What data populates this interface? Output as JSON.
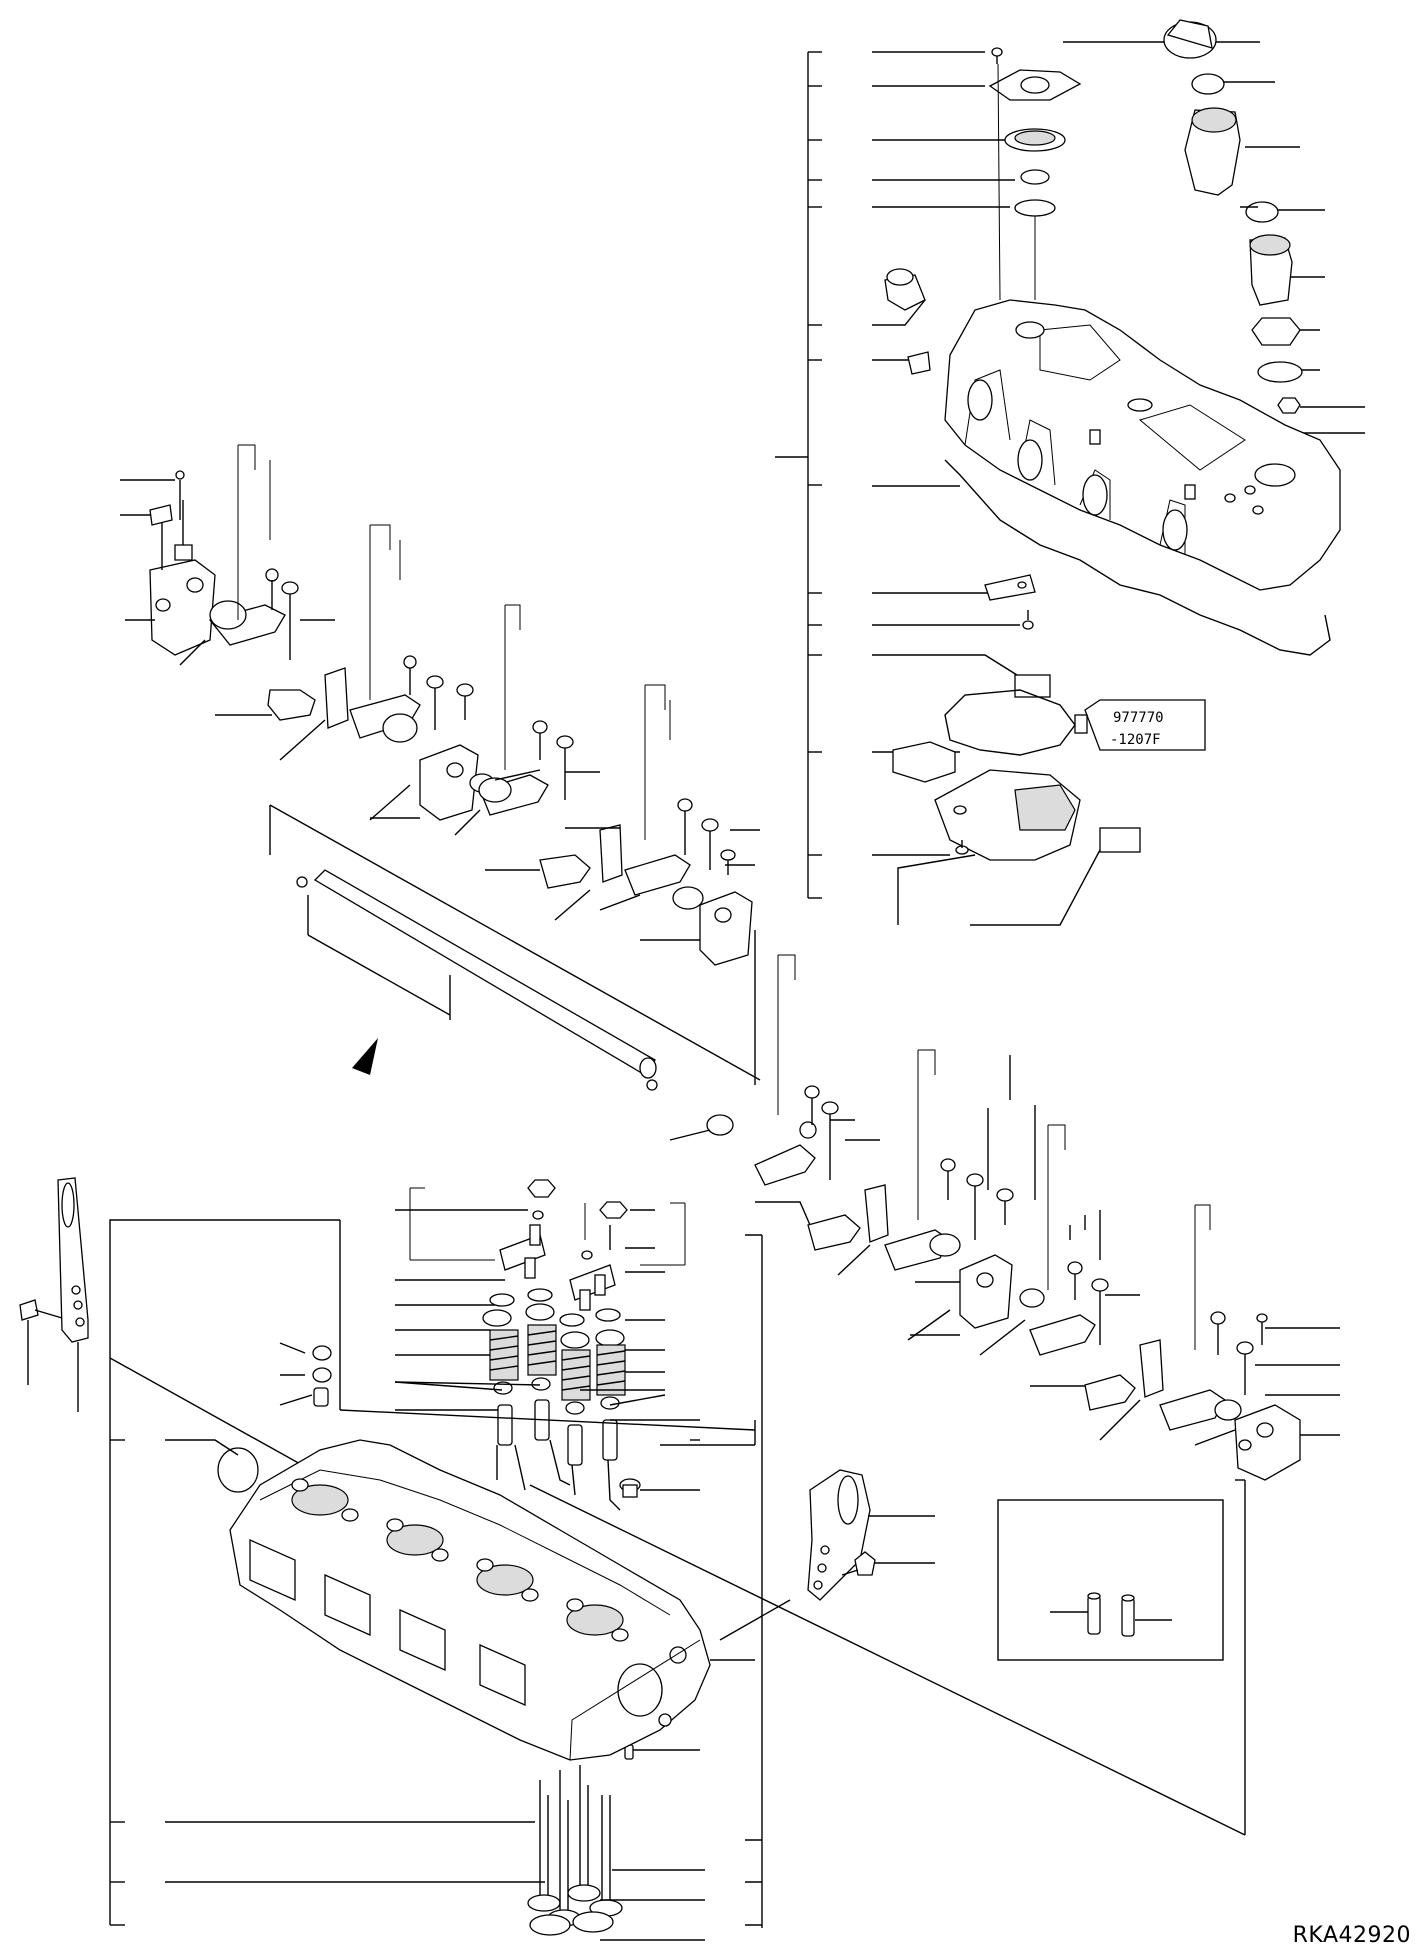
{
  "diagram": {
    "code": "RKA42920",
    "sealant_tube_text_line1": "977770",
    "sealant_tube_text_line2": "-1207F"
  }
}
